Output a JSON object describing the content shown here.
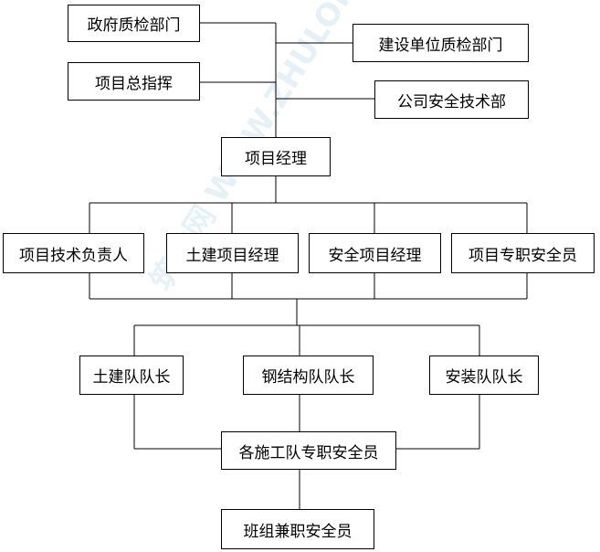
{
  "watermark": "筑龙网 WWW.ZHULONG.COM",
  "nodes": {
    "gov_quality": "政府质检部门",
    "project_commander": "项目总指挥",
    "builder_quality": "建设单位质检部门",
    "company_safety": "公司安全技术部",
    "project_manager": "项目经理",
    "tech_lead": "项目技术负责人",
    "civil_manager": "土建项目经理",
    "safety_manager": "安全项目经理",
    "safety_officer": "项目专职安全员",
    "civil_team": "土建队队长",
    "steel_team": "钢结构队队长",
    "install_team": "安装队队长",
    "team_safety": "各施工队专职安全员",
    "crew_safety": "班组兼职安全员"
  }
}
